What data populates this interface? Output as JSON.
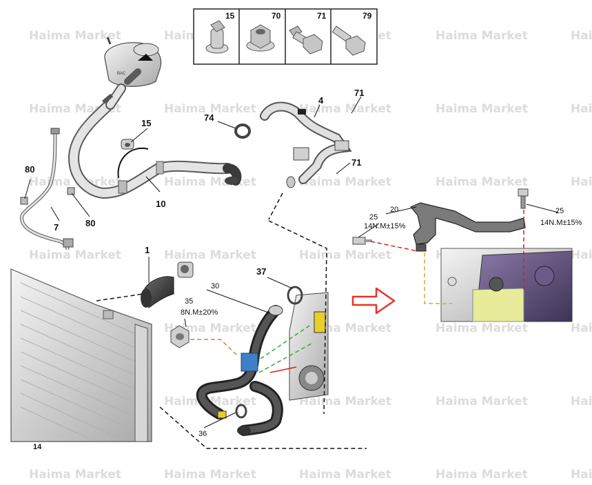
{
  "watermark": "Haima Market",
  "inset_parts": [
    "15",
    "70",
    "71",
    "79"
  ],
  "callouts": {
    "c15": "15",
    "c10": "10",
    "c80a": "80",
    "c80b": "80",
    "c7": "7",
    "c1": "1",
    "c74": "74",
    "c4": "4",
    "c71a": "71",
    "c71b": "71",
    "c37": "37",
    "c30": "30",
    "c35": "35",
    "c36": "36",
    "c20": "20",
    "c25a": "25",
    "c25b": "25",
    "c14": "14"
  },
  "torques": {
    "t35": "8N.M±20%",
    "t25a": "14N.M±15%",
    "t25b": "14N.M±15%"
  },
  "colors": {
    "arrow": "#e8322a",
    "green_line": "#2faa2f",
    "orange_line": "#d9822b",
    "red_line": "#d81e1e",
    "clamp_yellow": "#e6cf2a",
    "connector_blue": "#3f7fc6",
    "engine_yellow": "#e8ec9a"
  }
}
